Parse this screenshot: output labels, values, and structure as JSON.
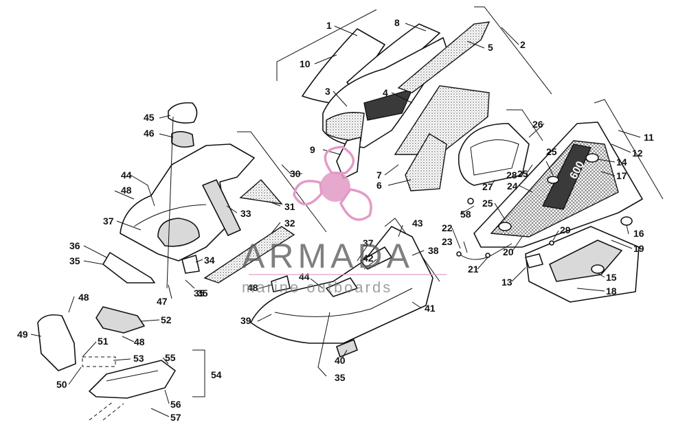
{
  "watermark": {
    "brand": "ARMADA",
    "tagline": "marine outboards",
    "logo_icon": "propeller-icon",
    "logo_color": "#e29ac4"
  },
  "decal_text": "600",
  "callouts": [
    "1",
    "2",
    "3",
    "4",
    "5",
    "6",
    "7",
    "8",
    "9",
    "10",
    "11",
    "12",
    "13",
    "14",
    "15",
    "16",
    "17",
    "18",
    "19",
    "20",
    "21",
    "22",
    "23",
    "24",
    "25",
    "25",
    "25",
    "26",
    "27",
    "28",
    "29",
    "30",
    "31",
    "32",
    "33",
    "34",
    "35",
    "35",
    "35",
    "35",
    "36",
    "37",
    "37",
    "38",
    "39",
    "40",
    "41",
    "42",
    "43",
    "44",
    "44",
    "45",
    "46",
    "47",
    "48",
    "48",
    "48",
    "48",
    "49",
    "50",
    "51",
    "52",
    "53",
    "54",
    "55",
    "56",
    "57",
    "58"
  ]
}
